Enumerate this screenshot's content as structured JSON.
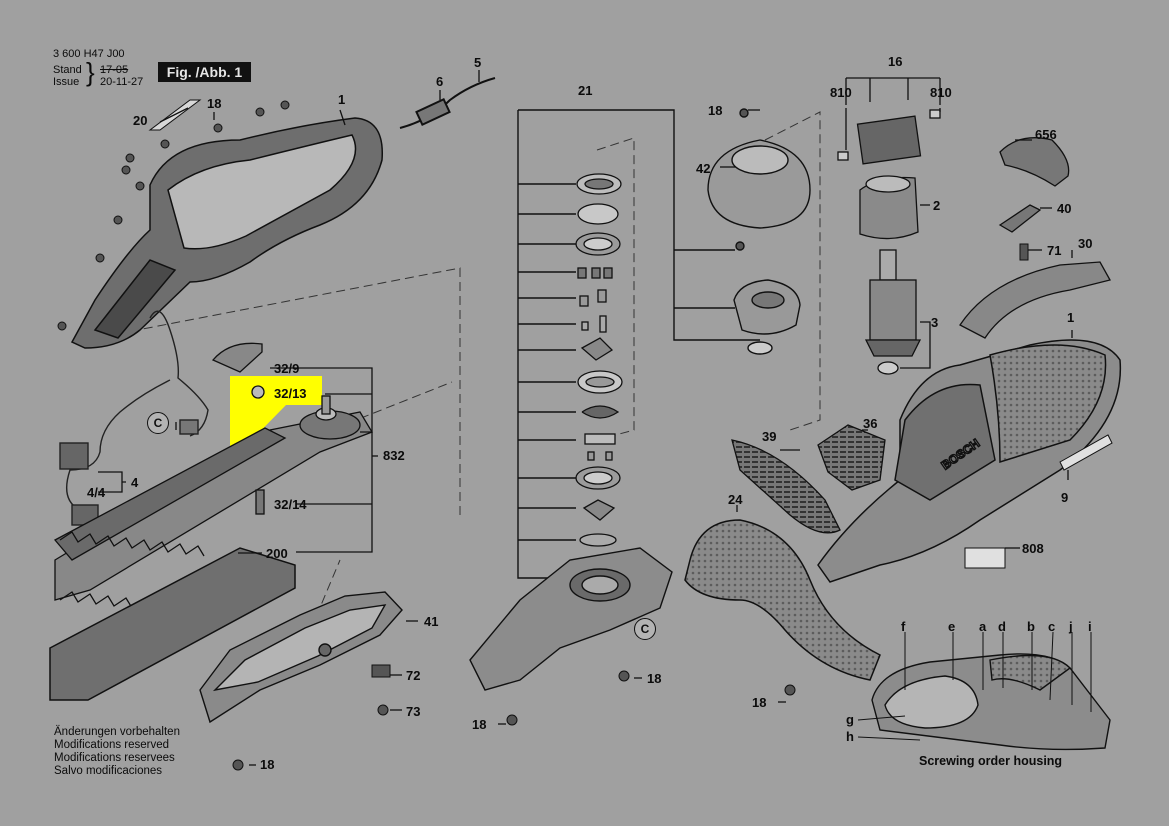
{
  "header": {
    "doc_number": "3 600 H47 J00",
    "stand_label": "Stand",
    "issue_label": "Issue",
    "old_date": "17-05",
    "new_date": "20-11-27",
    "figure_label": "Fig. /Abb. 1"
  },
  "parts": {
    "p20": "20",
    "p18a": "18",
    "p1a": "1",
    "p6": "6",
    "p5": "5",
    "p21": "21",
    "p18b": "18",
    "p42": "42",
    "p16": "16",
    "p810a": "810",
    "p810b": "810",
    "p2": "2",
    "p656": "656",
    "p40": "40",
    "p71": "71",
    "p30": "30",
    "p3": "3",
    "p32_9": "32/9",
    "p32_13": "32/13",
    "p832": "832",
    "p4": "4",
    "p4_4": "4/4",
    "p32_14": "32/14",
    "p200": "200",
    "p39": "39",
    "p36": "36",
    "p1b": "1",
    "p24": "24",
    "p9": "9",
    "p808": "808",
    "p41": "41",
    "p72": "72",
    "p73": "73",
    "p18c": "18",
    "p18d": "18",
    "p18e": "18",
    "p18f": "18"
  },
  "connector_marks": {
    "c1": "C",
    "c2": "C"
  },
  "screwing_order": {
    "title": "Screwing order housing",
    "letters": [
      "f",
      "e",
      "a",
      "d",
      "b",
      "c",
      "j",
      "i",
      "g",
      "h"
    ]
  },
  "footer_notes": [
    "Änderungen vorbehalten",
    "Modifications reserved",
    "Modifications reservees",
    "Salvo modificaciones"
  ],
  "brand_mark": "BOSCH",
  "colors": {
    "background": "#a0a0a0",
    "line": "#111111",
    "highlight": "#ffff00",
    "part_fill": "#7d7d7d"
  }
}
